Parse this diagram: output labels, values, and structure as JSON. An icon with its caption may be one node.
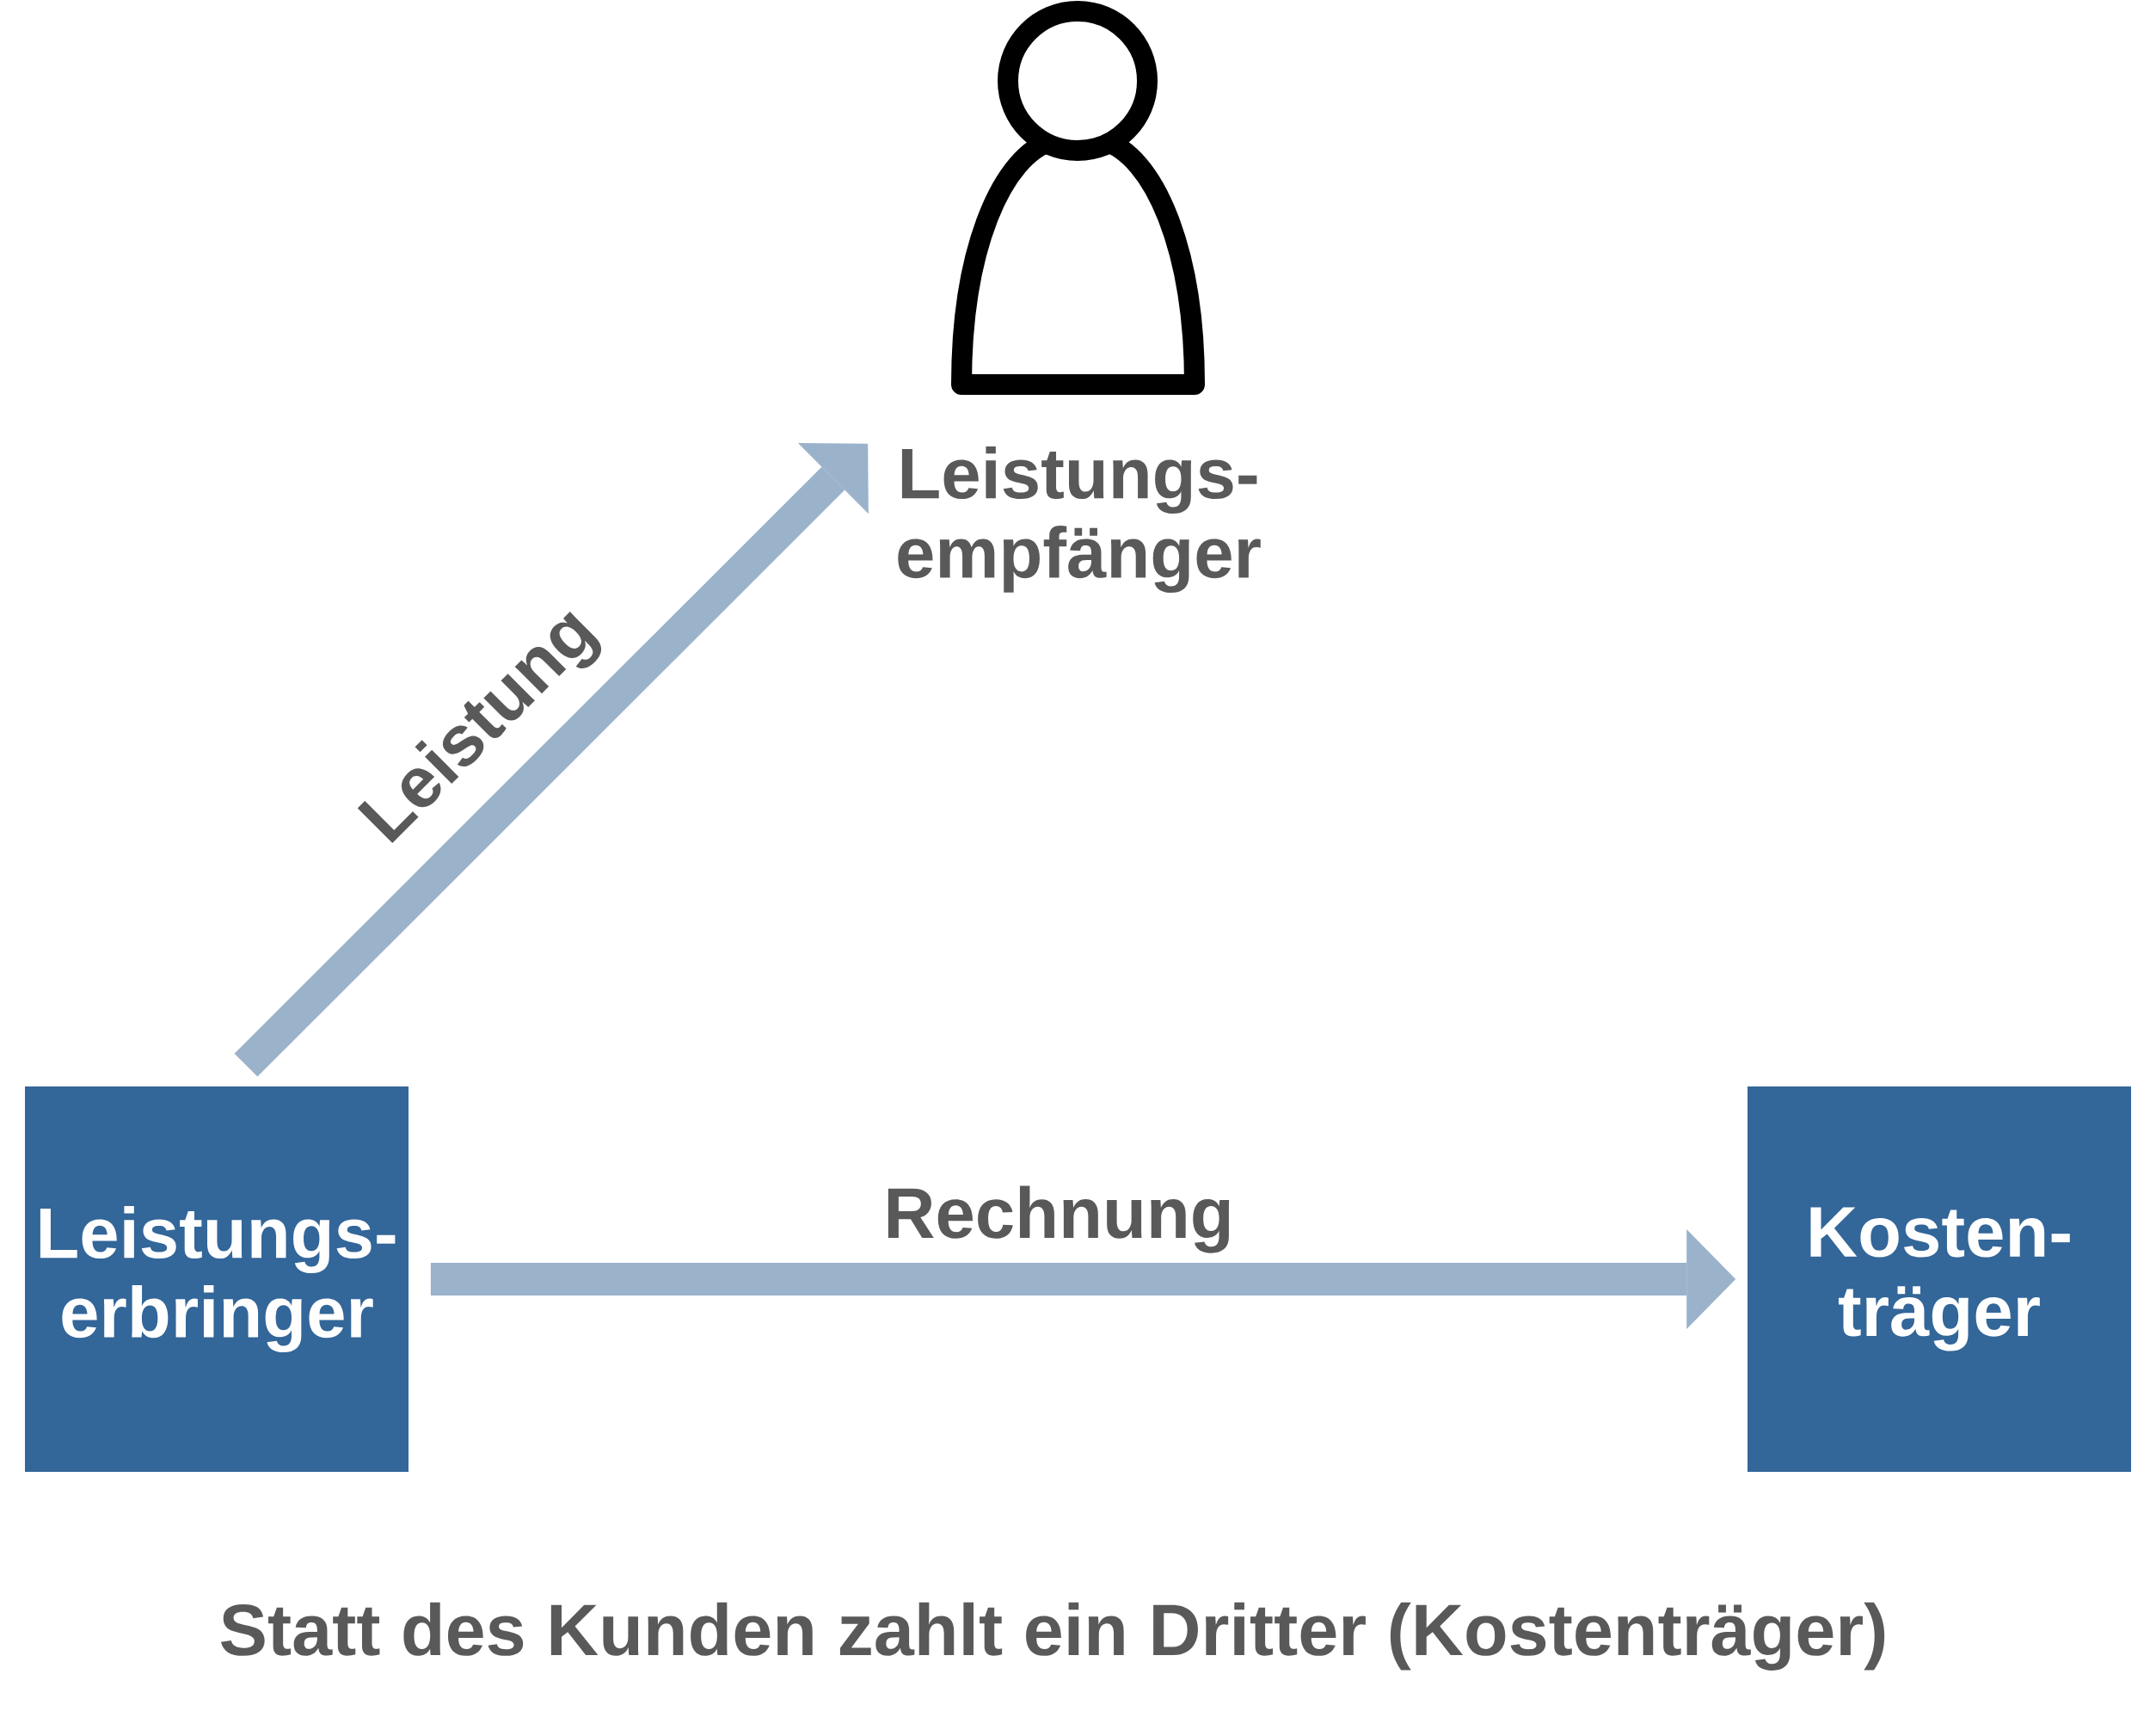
{
  "diagram": {
    "caption": "Statt des Kunden zahlt ein Dritter (Kostenträger)",
    "nodes": [
      {
        "text": [],
        "shape": "person",
        "beside": [
          "Leistungs- empfänger"
        ]
      },
      {
        "text": [
          "Leistungs- erbringer"
        ]
      },
      {
        "text": [
          "Kosten- träger"
        ]
      }
    ],
    "edges": [
      {
        "from": 1,
        "to": 0,
        "arrow": "to",
        "label": "Leistung"
      },
      {
        "from": 1,
        "to": 2,
        "arrow": "to",
        "label": "Rechnung"
      }
    ]
  }
}
